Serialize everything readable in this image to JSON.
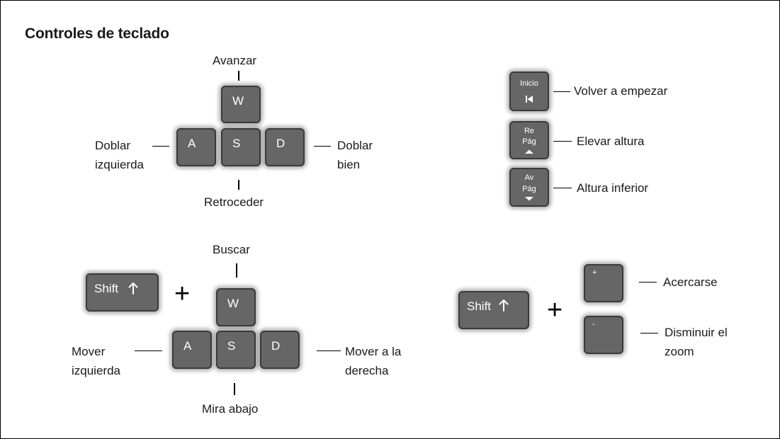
{
  "title": "Controles de teclado",
  "nav": {
    "keys": {
      "w": "W",
      "a": "A",
      "s": "S",
      "d": "D"
    },
    "forward": "Avanzar",
    "back": "Retroceder",
    "turn_left": [
      "Doblar",
      "izquierda"
    ],
    "turn_right": [
      "Doblar",
      "bien"
    ]
  },
  "look": {
    "modifier": "Shift",
    "plus": "+",
    "keys": {
      "w": "W",
      "a": "A",
      "s": "S",
      "d": "D"
    },
    "up": "Buscar",
    "down": "Mira abajo",
    "left": [
      "Mover",
      "izquierda"
    ],
    "right": [
      "Mover a la",
      "derecha"
    ]
  },
  "special": {
    "home": {
      "key": "Inicio",
      "label": "Volver a empezar"
    },
    "pgup": {
      "key": [
        "Re",
        "Pág"
      ],
      "label": "Elevar altura"
    },
    "pgdn": {
      "key": [
        "Av",
        "Pág"
      ],
      "label": "Altura inferior"
    }
  },
  "zoom": {
    "modifier": "Shift",
    "plus": "+",
    "in_key": "+",
    "out_key": "-",
    "in_label": "Acercarse",
    "out_label": [
      "Disminuir el",
      "zoom"
    ]
  },
  "icons": {
    "arrow_up": "arrow-up-icon",
    "skip_start": "skip-to-start-icon",
    "triangle_up": "triangle-up-icon",
    "triangle_down": "triangle-down-icon"
  }
}
